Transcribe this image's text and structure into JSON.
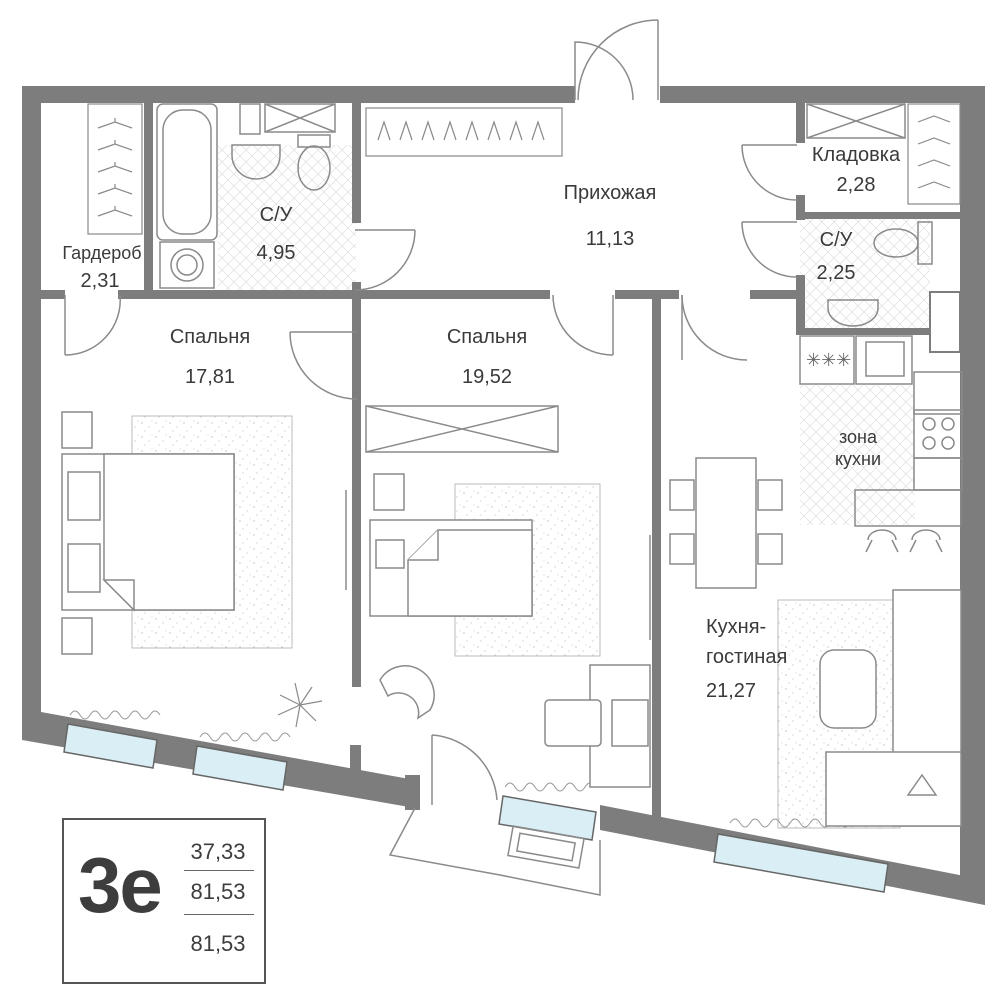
{
  "rooms": [
    {
      "id": "hallway",
      "name": "Прихожая",
      "area": "11,13"
    },
    {
      "id": "storage",
      "name": "Кладовка",
      "area": "2,28"
    },
    {
      "id": "bath-1",
      "name": "С/У",
      "area": "4,95"
    },
    {
      "id": "bath-2",
      "name": "С/У",
      "area": "2,25"
    },
    {
      "id": "wardrobe",
      "name": "Гардероб",
      "area": "2,31"
    },
    {
      "id": "bedroom-1",
      "name": "Спальня",
      "area": "17,81"
    },
    {
      "id": "bedroom-2",
      "name": "Спальня",
      "area": "19,52"
    },
    {
      "id": "kitchen-zone",
      "name_line1": "зона",
      "name_line2": "кухни"
    },
    {
      "id": "living",
      "name_line1": "Кухня-",
      "name_line2": "гостиная",
      "area": "21,27"
    }
  ],
  "apartment": {
    "type": "3е",
    "living_area": "37,33",
    "total_area": "81,53",
    "total_area_with_balcony": "81,53"
  },
  "colors": {
    "wall": "#7d7d7d",
    "line": "#8a8a8a",
    "window": "#d9eef5",
    "floor_pattern": "#c8c8c8"
  }
}
